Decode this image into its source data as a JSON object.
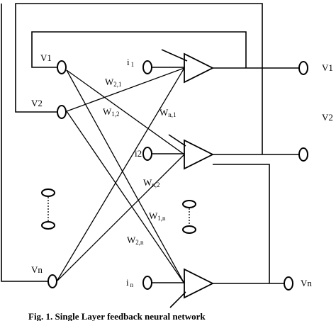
{
  "diagram": {
    "neuron_labels": [
      "V1",
      "V2",
      "Vn"
    ],
    "input_labels": {
      "i1": {
        "main": "i",
        "sub": "1"
      },
      "i2": "i2",
      "in": {
        "main": "i",
        "sub": "n"
      }
    },
    "output_labels": [
      "V1",
      "V2",
      "Vn"
    ],
    "weights": {
      "w21": {
        "main": "W",
        "sub": "2,1"
      },
      "w12": {
        "main": "W",
        "sub": "1,2"
      },
      "wn1": {
        "main": "W",
        "sub": "n,1"
      },
      "wn2": {
        "main": "W",
        "sub": "n,2"
      },
      "w1n": {
        "main": "W",
        "sub": "1,n"
      },
      "w2n": {
        "main": "W",
        "sub": "2,n"
      }
    }
  },
  "caption": "Fig. 1. Single Layer feedback neural network"
}
